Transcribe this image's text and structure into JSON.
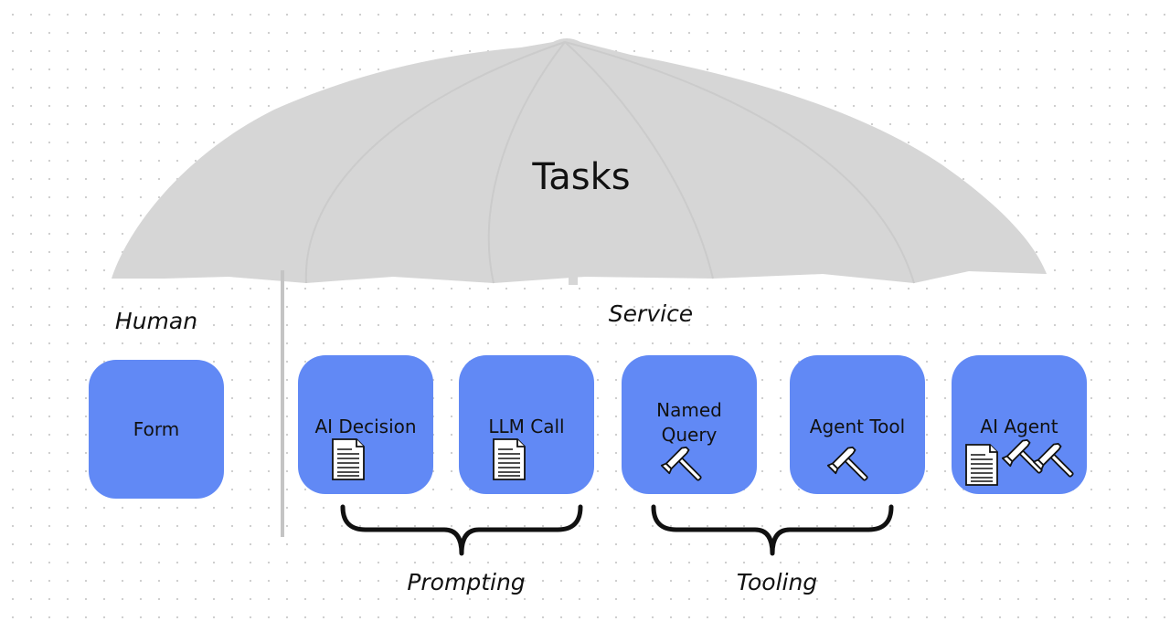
{
  "title": "Tasks",
  "groups": {
    "human": "Human",
    "service": "Service",
    "prompting": "Prompting",
    "tooling": "Tooling"
  },
  "tasks": [
    {
      "label_lines": [
        "Form"
      ],
      "icons": []
    },
    {
      "label_lines": [
        "AI Decision"
      ],
      "icons": [
        "document-icon"
      ]
    },
    {
      "label_lines": [
        "LLM Call"
      ],
      "icons": [
        "document-icon"
      ]
    },
    {
      "label_lines": [
        "Named",
        "Query"
      ],
      "icons": [
        "hammer-icon"
      ]
    },
    {
      "label_lines": [
        "Agent Tool"
      ],
      "icons": [
        "hammer-icon"
      ]
    },
    {
      "label_lines": [
        "AI Agent"
      ],
      "icons": [
        "document-icon",
        "hammer-icon",
        "hammer-icon"
      ]
    }
  ],
  "colors": {
    "task_box": "#6189f5",
    "umbrella": "#d6d6d6",
    "divider": "#c4c4c4",
    "text": "#111111"
  }
}
